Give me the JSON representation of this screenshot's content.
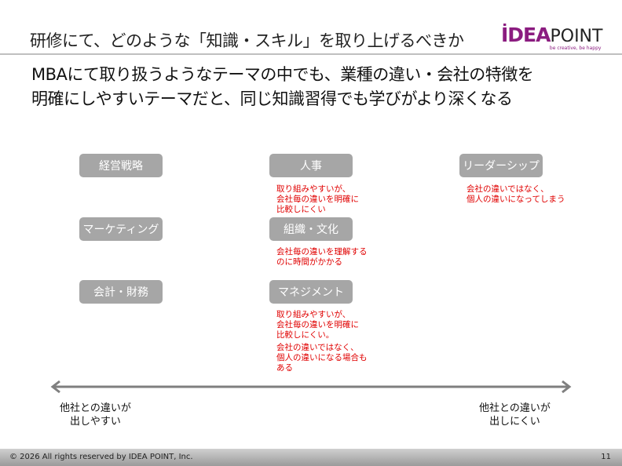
{
  "header": {
    "title": "研修にて、どのような「知識・スキル」を取り上げるべきか",
    "logo": {
      "mark": "İDEA",
      "word": "POINT",
      "tagline": "be creative, be happy"
    }
  },
  "lead": [
    "MBAにて取り扱うようなテーマの中でも、業種の違い・会社の特徴を",
    "明確にしやすいテーマだと、同じ知識習得でも学びがより深くなる"
  ],
  "topics": {
    "left": [
      "経営戦略",
      "マーケティング",
      "会計・財務"
    ],
    "jinji": {
      "label": "人事",
      "note": [
        "取り組みやすいが、",
        "会社毎の違いを明確に",
        "比較しにくい"
      ]
    },
    "soshiki": {
      "label": "組織・文化",
      "note": [
        "会社毎の違いを理解する",
        "のに時間がかかる"
      ]
    },
    "mgmt": {
      "label": "マネジメント",
      "note": [
        "取り組みやすいが、",
        "会社毎の違いを明確に",
        "比較しにくい。"
      ],
      "note2": [
        "会社の違いではなく、",
        "個人の違いになる場合も",
        "ある"
      ]
    },
    "leader": {
      "label": "リーダーシップ",
      "note": [
        "会社の違いではなく、",
        "個人の違いになってしまう"
      ]
    }
  },
  "axis": {
    "left": [
      "他社との違いが",
      "出しやすい"
    ],
    "right": [
      "他社との違いが",
      "出しにくい"
    ],
    "color": "#7f7f7f"
  },
  "footer": {
    "copyright": "© 2026 All rights reserved by IDEA POINT, Inc.",
    "page": "11"
  }
}
